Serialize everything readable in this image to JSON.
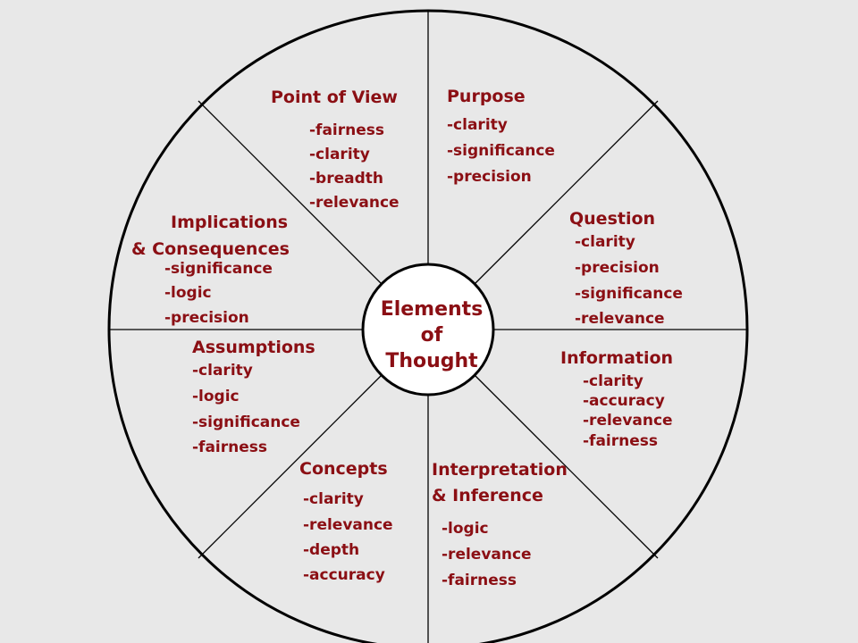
{
  "center": {
    "lines": [
      "Elements",
      "of",
      "Thought"
    ]
  },
  "colors": {
    "text": "#8b0f14",
    "line": "#000000",
    "background": "#e8e8e8"
  },
  "segments": {
    "point_of_view": {
      "title": [
        "Point of View"
      ],
      "standards": [
        "-fairness",
        "-clarity",
        "-breadth",
        "-relevance"
      ]
    },
    "purpose": {
      "title": [
        "Purpose"
      ],
      "standards": [
        "-clarity",
        "-significance",
        "-precision"
      ]
    },
    "question": {
      "title": [
        "Question"
      ],
      "standards": [
        "-clarity",
        "-precision",
        "-significance",
        "-relevance"
      ]
    },
    "information": {
      "title": [
        "Information"
      ],
      "standards": [
        "-clarity",
        "-accuracy",
        "-relevance",
        "-fairness"
      ]
    },
    "interpretation": {
      "title": [
        "Interpretation",
        "& Inference"
      ],
      "standards": [
        "-logic",
        "-relevance",
        "-fairness"
      ]
    },
    "concepts": {
      "title": [
        "Concepts"
      ],
      "standards": [
        "-clarity",
        "-relevance",
        "-depth",
        "-accuracy"
      ]
    },
    "assumptions": {
      "title": [
        "Assumptions"
      ],
      "standards": [
        "-clarity",
        "-logic",
        "-significance",
        "-fairness"
      ]
    },
    "implications": {
      "title": [
        "Implications",
        "& Consequences"
      ],
      "standards": [
        "-significance",
        "-logic",
        "-precision"
      ]
    }
  }
}
